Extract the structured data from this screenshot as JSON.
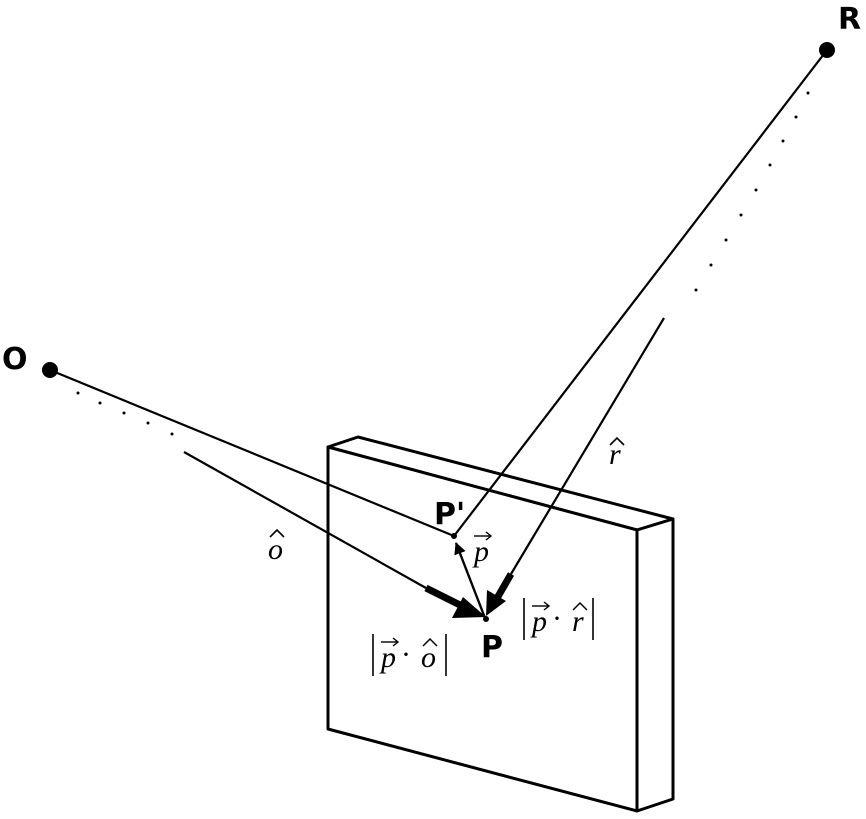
{
  "labels": {
    "O": "O",
    "R": "R",
    "P": "P",
    "P_prime": "P'"
  },
  "vectors": {
    "o_hat": "o",
    "r_hat": "r",
    "p_vec": "p"
  },
  "expressions": {
    "p_dot_o": {
      "p": "p",
      "dot": "·",
      "o": "o"
    },
    "p_dot_r": {
      "p": "p",
      "dot": "·",
      "r": "r"
    }
  },
  "colors": {
    "ink": "#000000",
    "background": "#ffffff"
  }
}
